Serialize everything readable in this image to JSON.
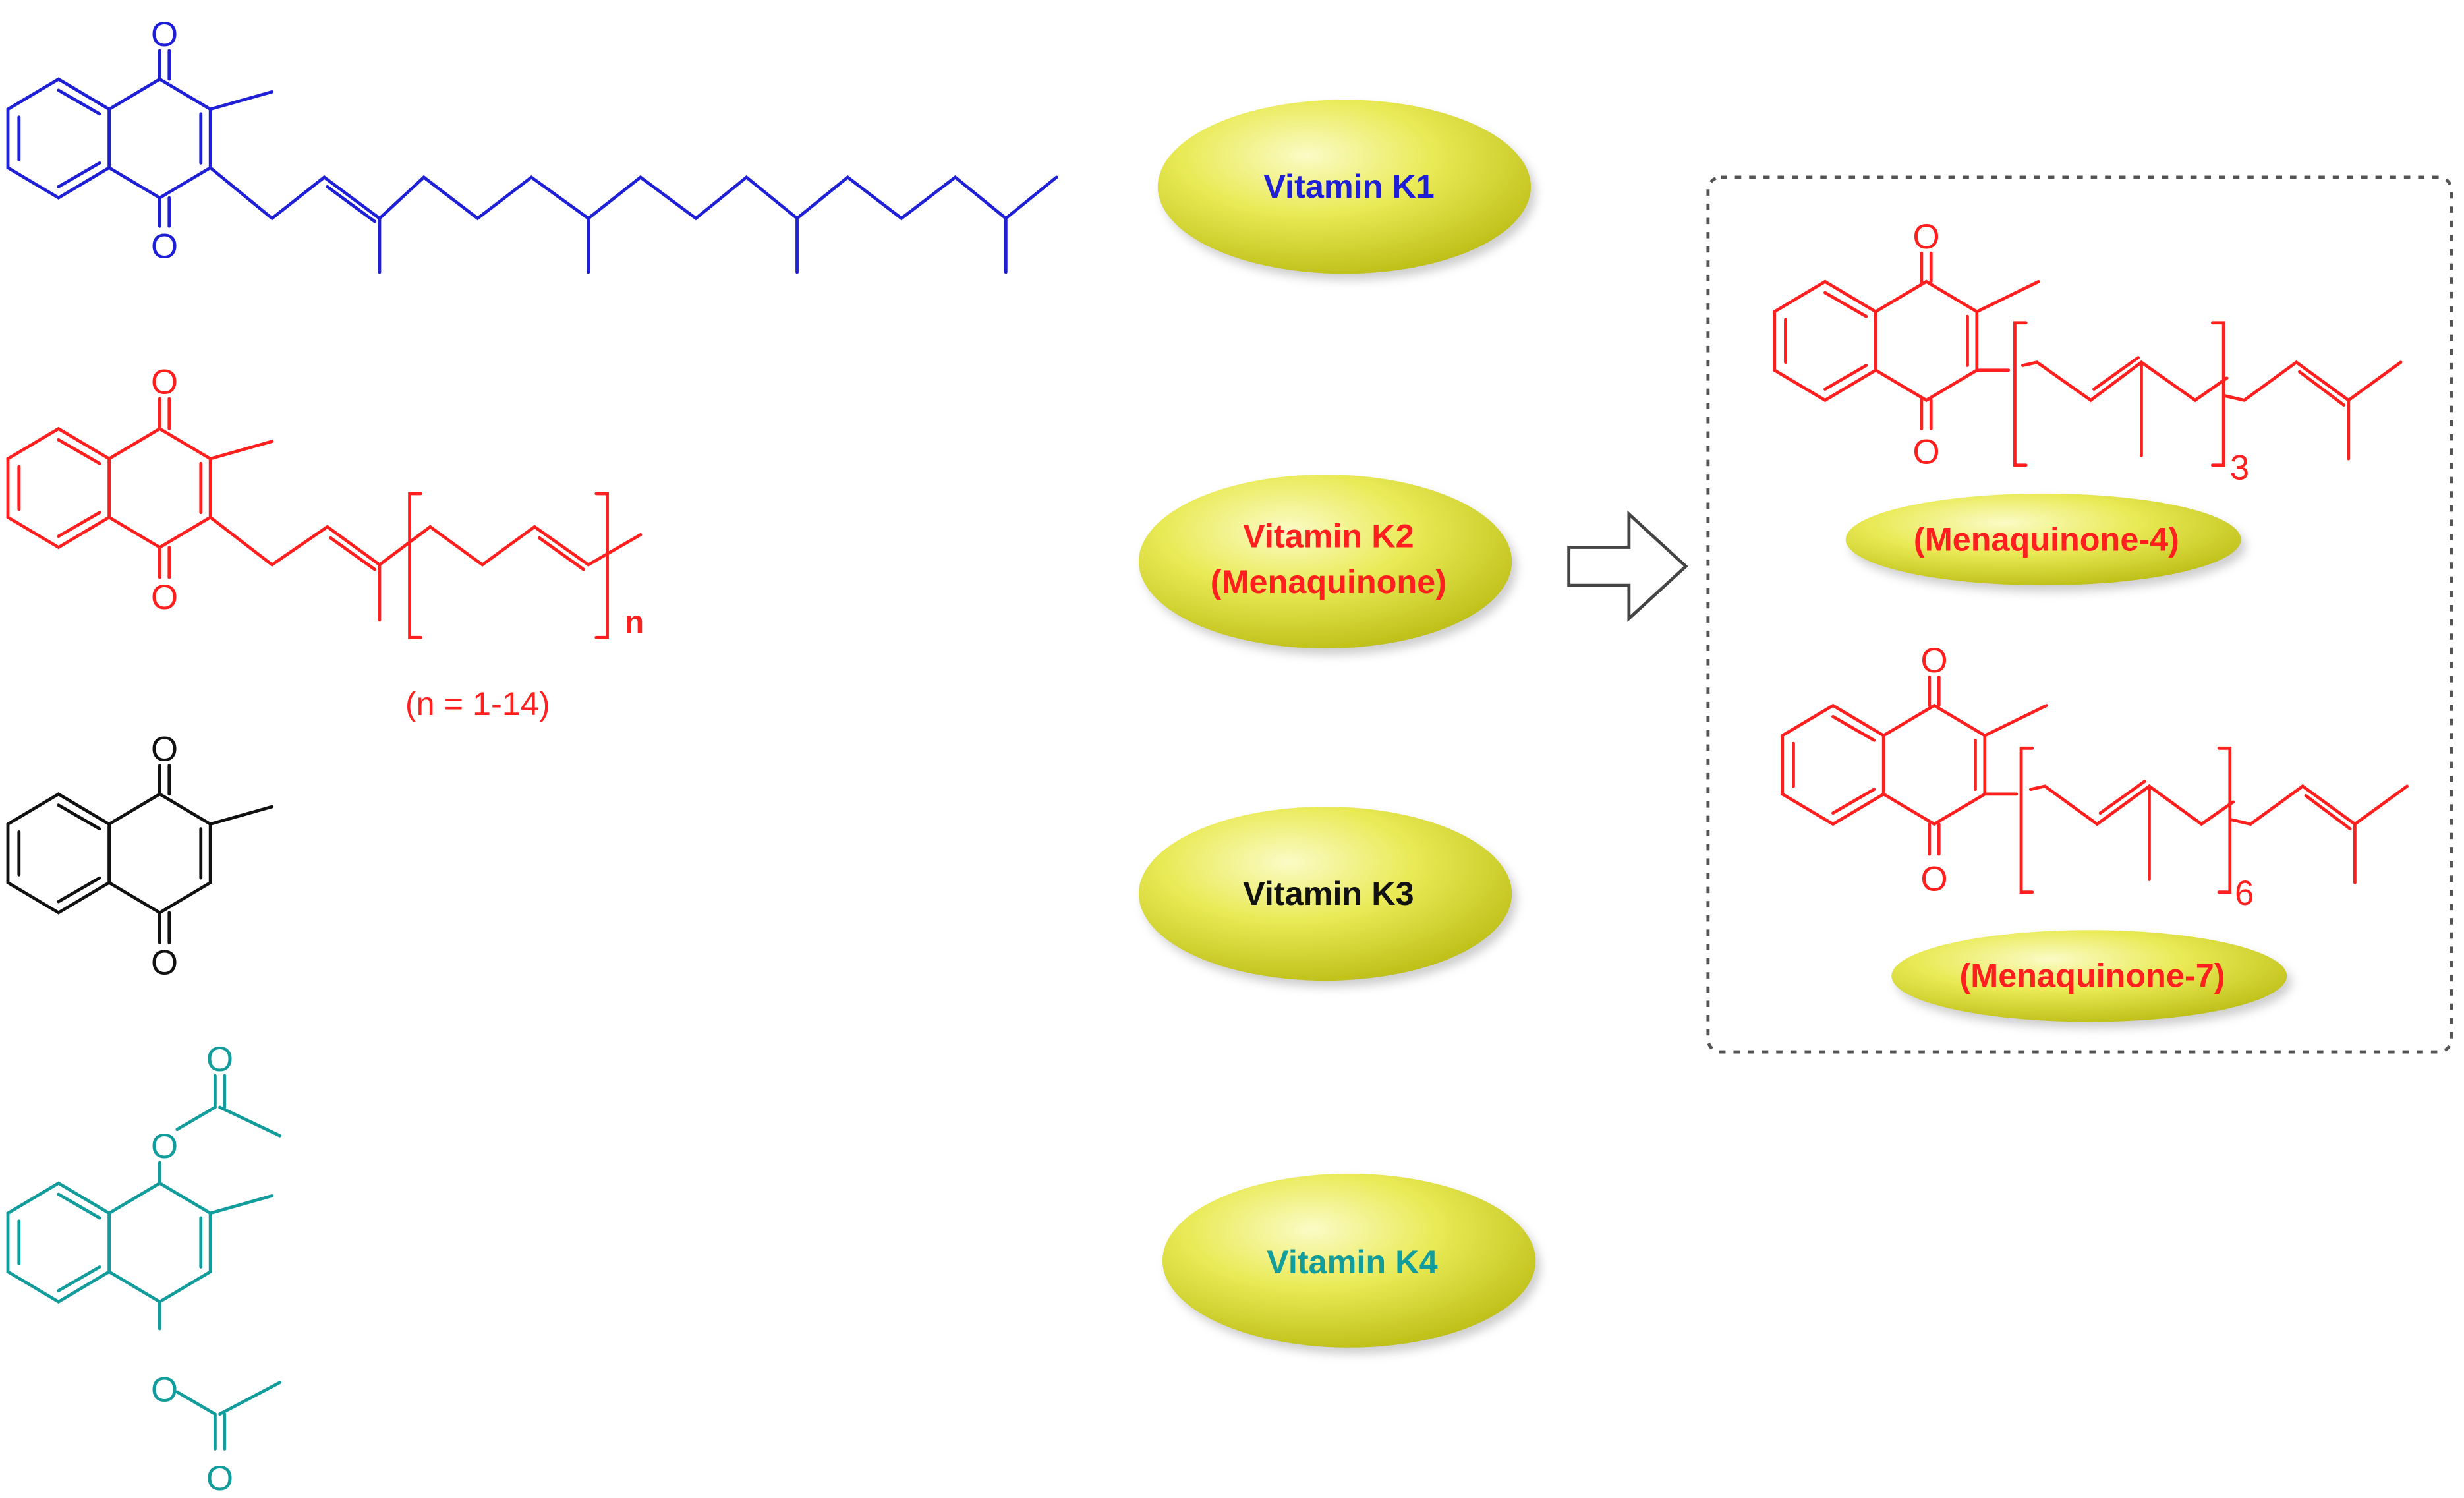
{
  "colors": {
    "k1": "#1f1fd6",
    "k2": "#ff1f1f",
    "k3": "#111111",
    "k4": "#139c9c",
    "pill_light": "#fbfbc6",
    "pill_mid": "#e9ea55",
    "pill_dark": "#b9ba11",
    "frame": "#555555",
    "arrow": "#444444"
  },
  "atoms": {
    "oxygen": "O"
  },
  "structures": {
    "k2": {
      "repeat_subscript": "n",
      "range_note": "(n = 1-14)"
    },
    "mk4": {
      "repeat_subscript": "3"
    },
    "mk7": {
      "repeat_subscript": "6"
    }
  },
  "labels": {
    "k1": "Vitamin K1",
    "k2_line1": "Vitamin K2",
    "k2_line2": "(Menaquinone)",
    "k3": "Vitamin K3",
    "k4": "Vitamin K4",
    "mk4": "(Menaquinone-4)",
    "mk7": "(Menaquinone-7)"
  }
}
